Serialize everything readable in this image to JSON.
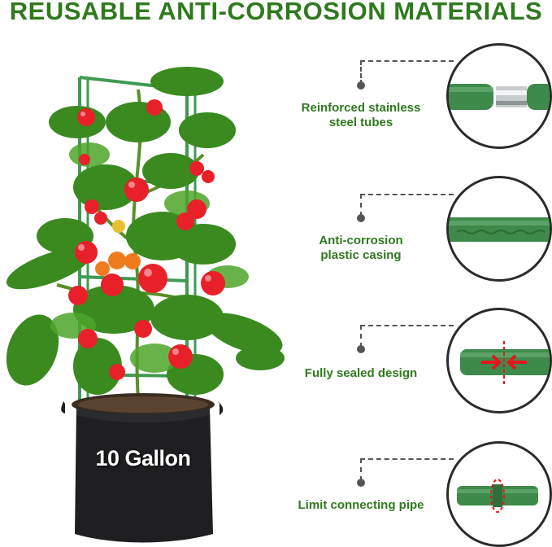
{
  "title": "REUSABLE ANTI-CORROSION MATERIALS",
  "bag_label": "10 Gallon",
  "features": [
    {
      "line1": "Reinforced stainless",
      "line2": "steel tubes"
    },
    {
      "line1": "Anti-corrosion",
      "line2": "plastic casing"
    },
    {
      "line1": "Fully sealed design",
      "line2": ""
    },
    {
      "line1": "Limit connecting pipe",
      "line2": ""
    }
  ],
  "colors": {
    "accent": "#2f7a1e",
    "pipe_green": "#3e8a4a",
    "arrow_red": "#e4161b",
    "bag_black": "#1f1f21"
  }
}
